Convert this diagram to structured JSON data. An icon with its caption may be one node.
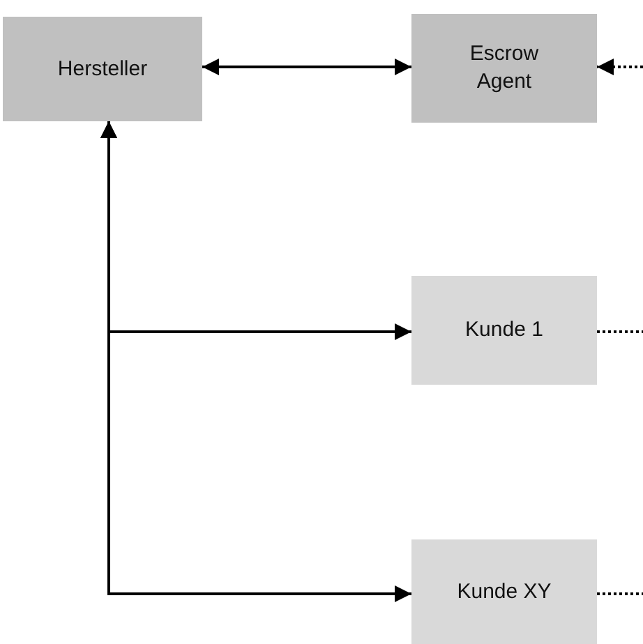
{
  "diagram": {
    "nodes": [
      {
        "text": [
          "Hersteller"
        ]
      },
      {
        "text": [
          "Escrow Agent"
        ]
      },
      {
        "text": [
          "Kunde 1"
        ]
      },
      {
        "text": [
          "Kunde XY"
        ]
      }
    ],
    "edges": [
      {
        "from": 0,
        "to": 1,
        "arrow": "both"
      },
      {
        "from": null,
        "to": 1,
        "arrow": "to",
        "style": "dashed"
      },
      {
        "from": 2,
        "to": 0,
        "arrow": "both"
      },
      {
        "from": 3,
        "to": 0,
        "arrow": "both"
      },
      {
        "from": 2,
        "to": null,
        "arrow": "none",
        "style": "dashed"
      },
      {
        "from": 3,
        "to": null,
        "arrow": "none",
        "style": "dashed"
      }
    ]
  }
}
